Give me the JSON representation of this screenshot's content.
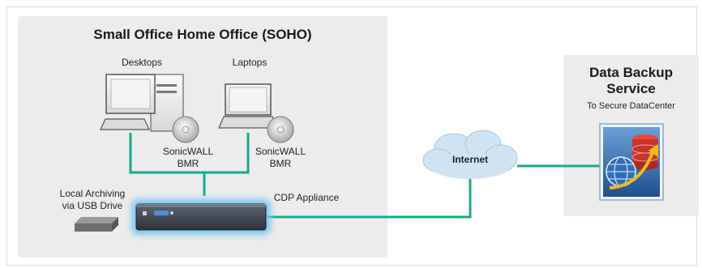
{
  "soho": {
    "title": "Small Office Home Office (SOHO)",
    "desktops_label": "Desktops",
    "laptops_label": "Laptops",
    "bmr_left": [
      "SonicWALL",
      "BMR"
    ],
    "bmr_right": [
      "SonicWALL",
      "BMR"
    ],
    "local_archiving": [
      "Local Archiving",
      "via USB Drive"
    ],
    "cdp_label": "CDP Appliance"
  },
  "internet": {
    "label": "Internet"
  },
  "backup": {
    "title": [
      "Data Backup",
      "Service"
    ],
    "subtitle": "To Secure DataCenter"
  },
  "colors": {
    "connector": "#1aa88a",
    "panel": "#ececed",
    "cloud": "#cfe3f3",
    "glow": "#7ec8f2"
  }
}
